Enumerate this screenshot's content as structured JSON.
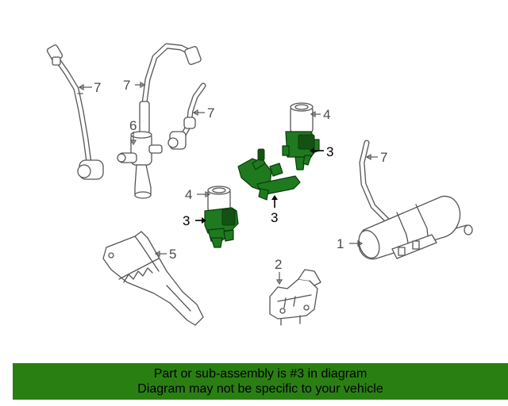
{
  "diagram": {
    "callouts": {
      "c7a": "7",
      "c7b": "7",
      "c7c": "7",
      "c7d": "7",
      "c6": "6",
      "c4a": "4",
      "c4b": "4",
      "c3a": "3",
      "c3b": "3",
      "c3c": "3",
      "c5": "5",
      "c2": "2",
      "c1": "1"
    },
    "highlight_color": "#1f7a1f"
  },
  "banner": {
    "line1": "Part or sub-assembly is #3 in diagram",
    "line2": "Diagram may not be specific to your vehicle",
    "background": "#2a7f12"
  }
}
